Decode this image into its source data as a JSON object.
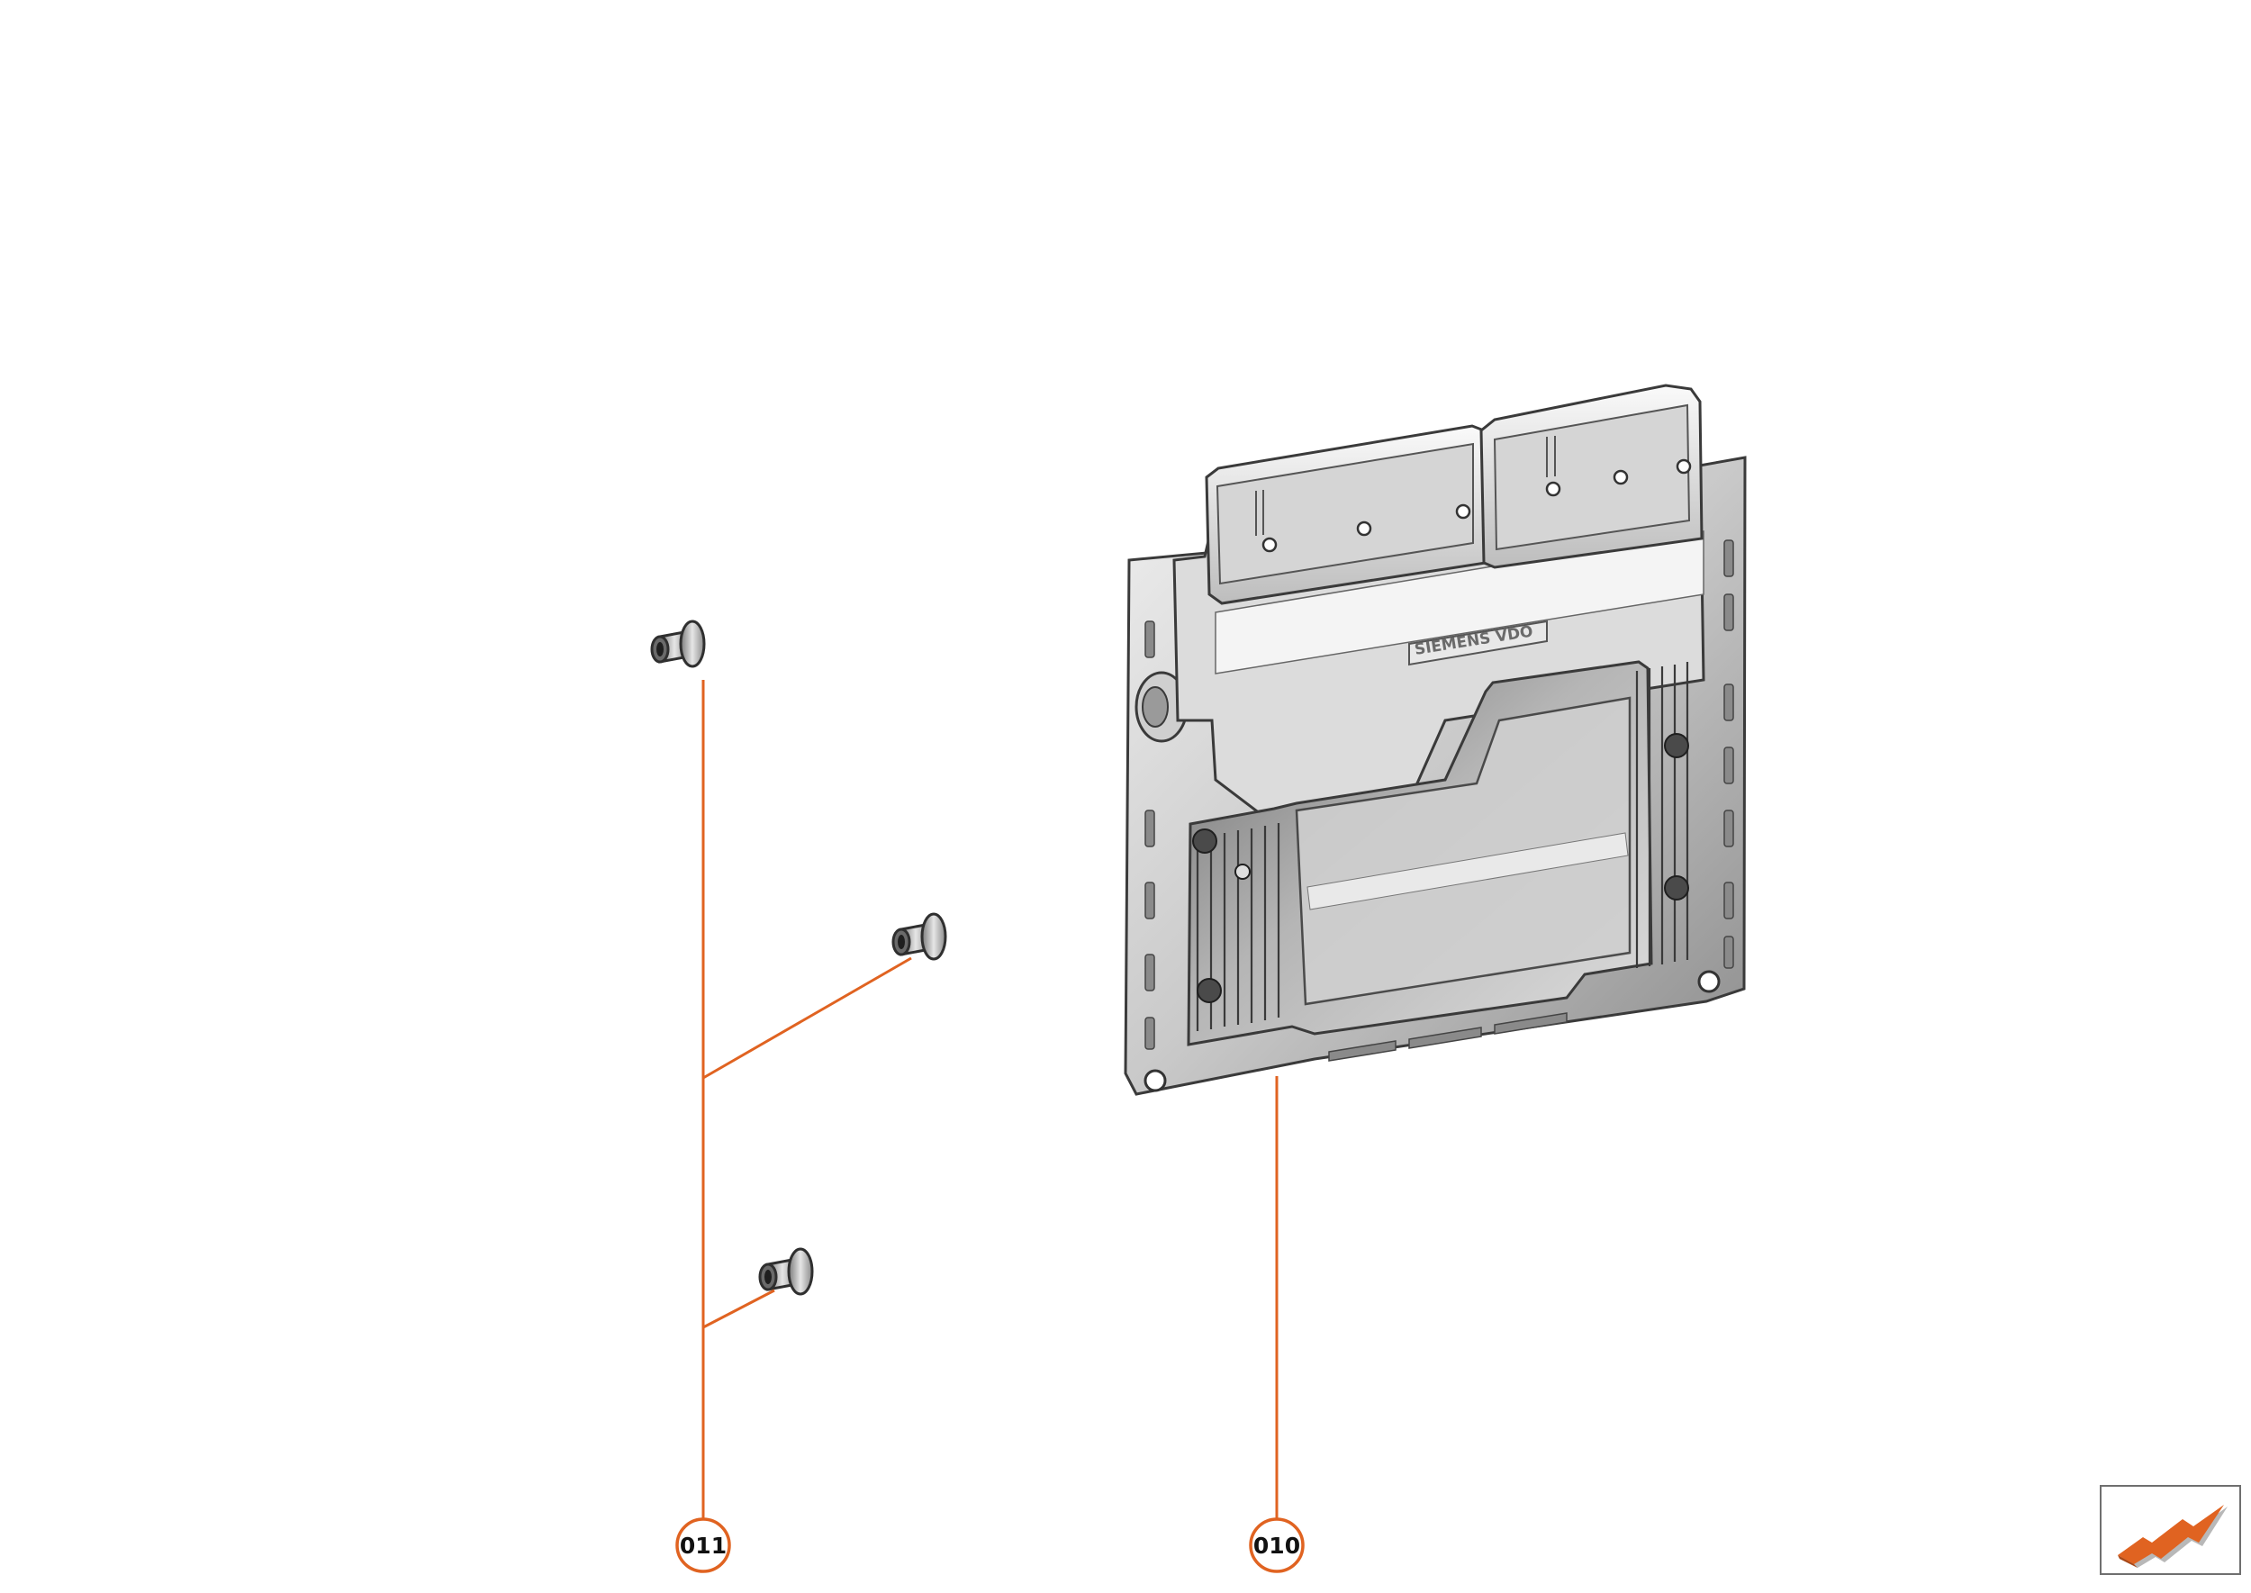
{
  "callouts": [
    {
      "id": "callout-011",
      "label": "011"
    },
    {
      "id": "callout-010",
      "label": "010"
    }
  ],
  "housing_branding": "SIEMENS VDO",
  "colors": {
    "leader": "#e06321",
    "metal_light": "#d9d9d9",
    "metal_mid": "#a9a9a9",
    "metal_dark": "#5e5e5e",
    "outline": "#3a3a3a",
    "nav_arrow": "#e06321",
    "nav_arrow_shadow": "#b8b8b8"
  },
  "nav": {
    "icon": "next-page-arrow-icon"
  }
}
